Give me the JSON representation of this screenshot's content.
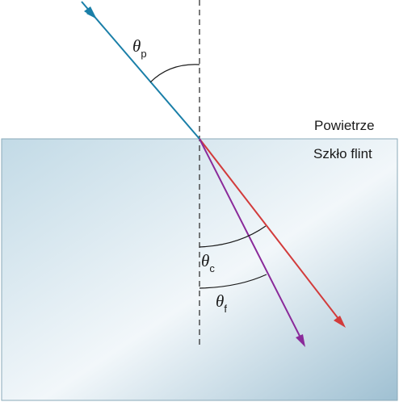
{
  "media_labels": {
    "top_medium": "Powietrze",
    "bottom_medium": "Szkło flint"
  },
  "angles": [
    {
      "symbol": "θ",
      "subscript": "p"
    },
    {
      "symbol": "θ",
      "subscript": "c"
    },
    {
      "symbol": "θ",
      "subscript": "f"
    }
  ],
  "colors": {
    "incident_ray": "#1a7fa8",
    "red_ray": "#d23b3b",
    "violet_ray": "#8a2a9a",
    "glass_top": "#c2dae6",
    "glass_mid": "#f2f7fa",
    "glass_dark": "#9fc0d2",
    "normal_line": "#333333",
    "arc": "#1a1a1a"
  }
}
